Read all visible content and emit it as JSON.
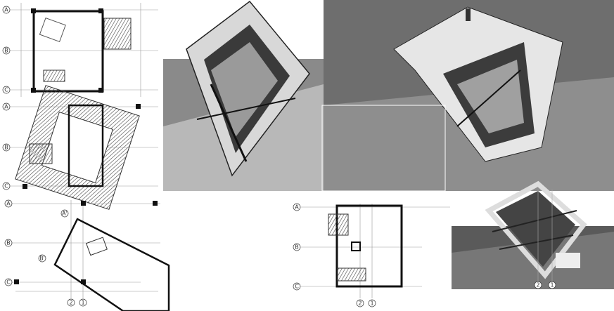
{
  "plans": [
    {
      "grid_rows": [
        "A",
        "B",
        "C"
      ]
    },
    {
      "grid_rows": [
        "A",
        "B",
        "C"
      ]
    },
    {
      "grid_rows": [
        "A",
        "B",
        "C"
      ],
      "grid_cols": [
        "2",
        "1"
      ],
      "rotated_axes": [
        "A'",
        "B'"
      ]
    },
    {
      "grid_rows": [
        "A",
        "B",
        "C"
      ],
      "grid_cols": [
        "2",
        "1"
      ]
    }
  ],
  "section_render": {
    "grid_cols": [
      "2",
      "1"
    ]
  },
  "colors": {
    "line": "#111111",
    "render_light": "#c8c8c8",
    "render_dark": "#6e6e6e",
    "frame": "#e6e6e6"
  }
}
